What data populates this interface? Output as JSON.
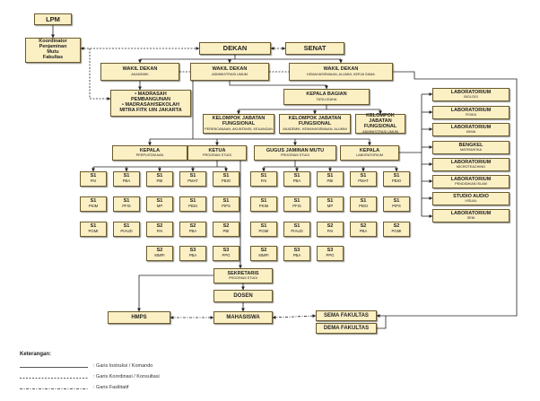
{
  "nodes": {
    "lpm": {
      "text": [
        "LPM"
      ]
    },
    "koordinator": {
      "text": [
        "Koordinator",
        "Penjaminan",
        "Mutu",
        "Fakultas"
      ]
    },
    "dekan": {
      "text": [
        "DEKAN"
      ]
    },
    "senat": {
      "text": [
        "SENAT"
      ]
    },
    "wd_akademik": {
      "text": [
        "WAKIL DEKAN",
        "AKADEMIK"
      ]
    },
    "wd_umum": {
      "text": [
        "WAKIL DEKAN",
        "ADMINISTRASI UMUM"
      ]
    },
    "wd_kemahasiswaan": {
      "text": [
        "WAKIL DEKAN",
        "KEMAHASISWAAN, ALUMNI, KERJA SAMA"
      ]
    },
    "madrasah": {
      "text": [
        "• MADRASAH",
        "PEMBANGUNAN",
        "• MADRASAH/SEKOLAH",
        "MITRA FITK UIN JAKARTA"
      ]
    },
    "kabag": {
      "text": [
        "KEPALA BAGIAN",
        "TATA USAHA"
      ]
    },
    "jf1": {
      "text": [
        "KELOMPOK JABATAN FUNGSIONAL",
        "PERENCANAAN, AKUNTANSI, KEUANGAN"
      ]
    },
    "jf2": {
      "text": [
        "KELOMPOK JABATAN FUNGSIONAL",
        "AKADEMIK, KEMAHASISWAAN, ALUMNI"
      ]
    },
    "jf3": {
      "text": [
        "KELOMPOK JABATAN FUNGSIONAL",
        "ADMINISTRASI UMUM"
      ]
    },
    "kep_perpus": {
      "text": [
        "KEPALA",
        "PERPUSTAKAAN"
      ]
    },
    "ketua_prodi": {
      "text": [
        "KETUA",
        "PROGRAM STUDI"
      ]
    },
    "gjm": {
      "text": [
        "GUGUS JAMINAN MUTU",
        "PROGRAM STUDI"
      ]
    },
    "kep_lab": {
      "text": [
        "KEPALA",
        "LABORATORIUM"
      ]
    },
    "lab1": {
      "text": [
        "LABORATORIUM",
        "BIOLOGI"
      ]
    },
    "lab2": {
      "text": [
        "LABORATORIUM",
        "FISIKA"
      ]
    },
    "lab3": {
      "text": [
        "LABORATORIUM",
        "KIMIA"
      ]
    },
    "lab4": {
      "text": [
        "BENGKEL",
        "MATEMATIKA"
      ]
    },
    "lab5": {
      "text": [
        "LABORATORIUM",
        "MICROTEACHING"
      ]
    },
    "lab6": {
      "text": [
        "LABORATORIUM",
        "PENDIDIKAN ISLAM"
      ]
    },
    "lab7": {
      "text": [
        "STUDIO AUDIO",
        "VISUAL"
      ]
    },
    "lab8": {
      "text": [
        "LABORATORIUM",
        "SENI"
      ]
    },
    "sekretaris": {
      "text": [
        "SEKRETARIS",
        "PROGRAM STUDI"
      ]
    },
    "dosen": {
      "text": [
        "DOSEN"
      ]
    },
    "mahasiswa": {
      "text": [
        "MAHASISWA"
      ]
    },
    "hmps": {
      "text": [
        "HMPS"
      ]
    },
    "sema": {
      "text": [
        "SEMA FAKULTAS"
      ]
    },
    "dema": {
      "text": [
        "DEMA FAKULTAS"
      ]
    }
  },
  "prodi_grid": [
    [
      [
        "S1",
        "PAI"
      ],
      [
        "S1",
        "PBA"
      ],
      [
        "S1",
        "PBI"
      ],
      [
        "S1",
        "PMAT"
      ],
      [
        "S1",
        "PBIO"
      ]
    ],
    [
      [
        "S1",
        "PKIM"
      ],
      [
        "S1",
        "PFIS"
      ],
      [
        "S1",
        "MP"
      ],
      [
        "S1",
        "PBSI"
      ],
      [
        "S1",
        "PIPS"
      ]
    ],
    [
      [
        "S1",
        "PGMI"
      ],
      [
        "S1",
        "PIAUD"
      ],
      [
        "S2",
        "PAI"
      ],
      [
        "S2",
        "PBA"
      ],
      [
        "S2",
        "PBI"
      ]
    ],
    [
      null,
      null,
      [
        "S2",
        "MMPI"
      ],
      [
        "S3",
        "PBA"
      ],
      [
        "S3",
        "PPG"
      ]
    ]
  ],
  "prodi_grid_right": [
    [
      [
        "S1",
        "PAI"
      ],
      [
        "S1",
        "PBA"
      ],
      [
        "S1",
        "PBI"
      ],
      [
        "S1",
        "PMAT"
      ],
      [
        "S1",
        "PBIO"
      ]
    ],
    [
      [
        "S1",
        "PKIM"
      ],
      [
        "S1",
        "PFIS"
      ],
      [
        "S1",
        "MP"
      ],
      [
        "S1",
        "PBSI"
      ],
      [
        "S1",
        "PIPS"
      ]
    ],
    [
      [
        "S1",
        "PGMI"
      ],
      [
        "S1",
        "PIAUD"
      ],
      [
        "S2",
        "PAI"
      ],
      [
        "S2",
        "PBA"
      ],
      [
        "S2",
        "PGMI"
      ]
    ],
    [
      [
        "S2",
        "MMPI"
      ],
      [
        "S3",
        "PBA"
      ],
      [
        "S3",
        "PPG"
      ],
      null,
      null
    ]
  ],
  "legend": {
    "title": "Keterangan:",
    "items": [
      {
        "label": ": Garis Instruksi / Komando",
        "style": "solid"
      },
      {
        "label": ": Garis Koordinasi / Konsultasi",
        "style": "dashed"
      },
      {
        "label": ": Garis Fasilitatif",
        "style": "dashdot"
      }
    ]
  }
}
